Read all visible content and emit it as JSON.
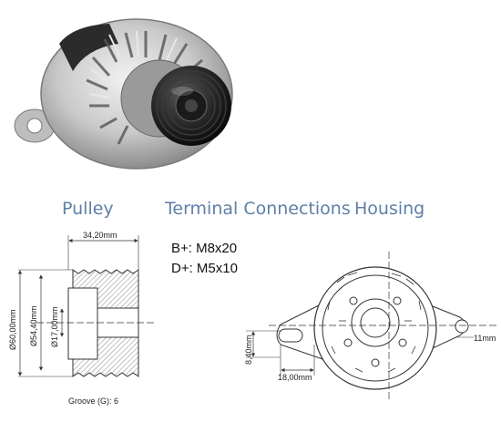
{
  "sections": {
    "pulley_title": "Pulley",
    "terminal_title": "Terminal Connections",
    "housing_title": "Housing"
  },
  "terminals": [
    {
      "label": "B+: M8x20"
    },
    {
      "label": "D+: M5x10"
    }
  ],
  "pulley": {
    "width": "34,20mm",
    "outer_diameter": "Ø60,00mm",
    "inner_diameter": "Ø54,40mm",
    "bore_diameter": "Ø17,00mm",
    "groove": "Groove (G): 6"
  },
  "housing": {
    "left_slot_height": "8,40mm",
    "left_slot_width": "18,00mm",
    "right_hole": "11mm"
  },
  "colors": {
    "heading": "#5f7fa8",
    "drawing": "#333333",
    "hatch": "#888888"
  }
}
